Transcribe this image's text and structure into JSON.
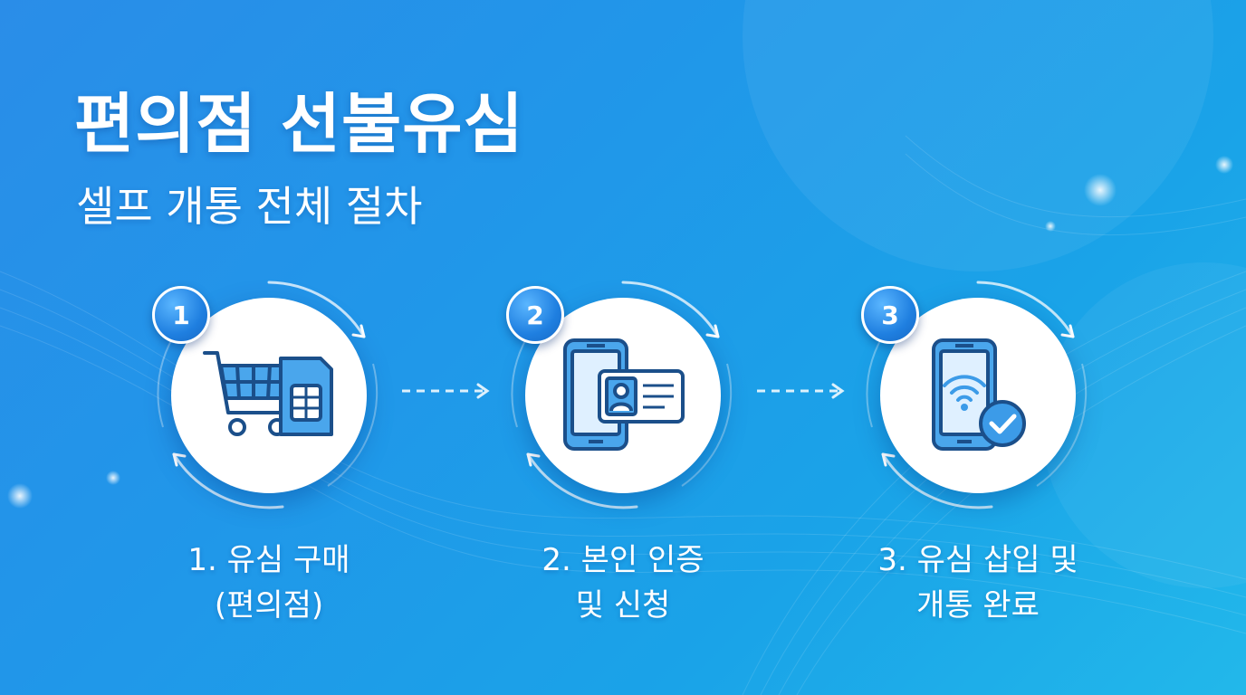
{
  "header": {
    "title": "편의점 선불유심",
    "subtitle": "셀프 개통 전체 절차"
  },
  "steps": [
    {
      "number": "1",
      "label_line1": "1. 유심 구매",
      "label_line2": "(편의점)",
      "icon": "cart-sim-icon"
    },
    {
      "number": "2",
      "label_line1": "2. 본인 인증",
      "label_line2": "및 신청",
      "icon": "phone-id-card-icon"
    },
    {
      "number": "3",
      "label_line1": "3. 유심 삽입 및",
      "label_line2": "개통 완료",
      "icon": "phone-wifi-check-icon"
    }
  ],
  "colors": {
    "background_start": "#2a8de8",
    "background_end": "#22b8ea",
    "icon_stroke": "#1b4f8a",
    "icon_fill": "#4aa6ec",
    "badge": "#1f7fe0"
  }
}
